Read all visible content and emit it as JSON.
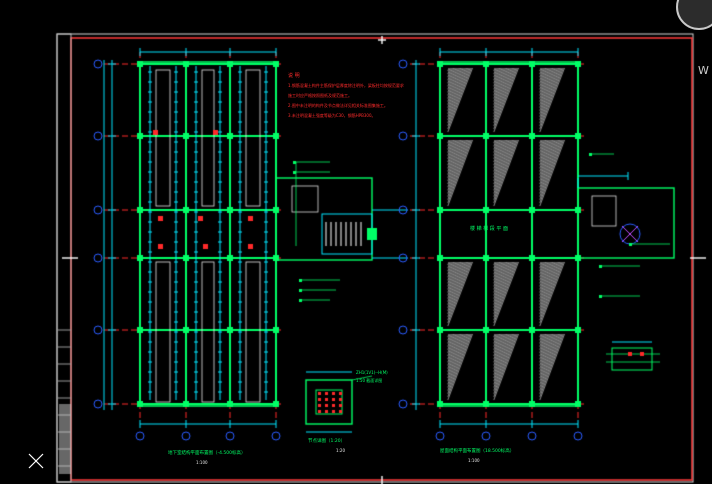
{
  "app": {
    "viewcube_letter": "W",
    "close_icon": "close-x-icon",
    "nav_icon": "viewcube-compass-icon"
  },
  "colors": {
    "background": "#000000",
    "frame": "#ff3b3b",
    "column": "#00ff66",
    "gridline": "#ff2a2a",
    "axis_bubble": "#2a5cff",
    "dimension": "#00e5ff",
    "annotation": "#ff2b2b",
    "caption": "#00ff66",
    "title_block": "#e8e8e8"
  },
  "drawing": {
    "notes_heading": "说 明",
    "notes": [
      "1.钢筋混凝土构件主筋保护层厚度除注明外，梁板柱均按规范要求",
      "  施工时应严格按照图纸及规范施工。",
      "2.图中未注明的构件及节点做法详见相关标准图集施工。",
      "3.未注明混凝土强度等级为C30，钢筋HPB300。"
    ],
    "center_label": "楼 梯 梯 段 平 面",
    "detail_label": "ZH1(1V1)--H(M)",
    "detail_sub": "1:50 截面详图",
    "captions": [
      {
        "title": "地下室结构平面布置图（-4.500标高）",
        "scale": "1:100"
      },
      {
        "title": "节点详图（1:20）",
        "scale": "1:20"
      },
      {
        "title": "屋面结构平面布置图（18.500标高）",
        "scale": "1:100"
      }
    ]
  }
}
